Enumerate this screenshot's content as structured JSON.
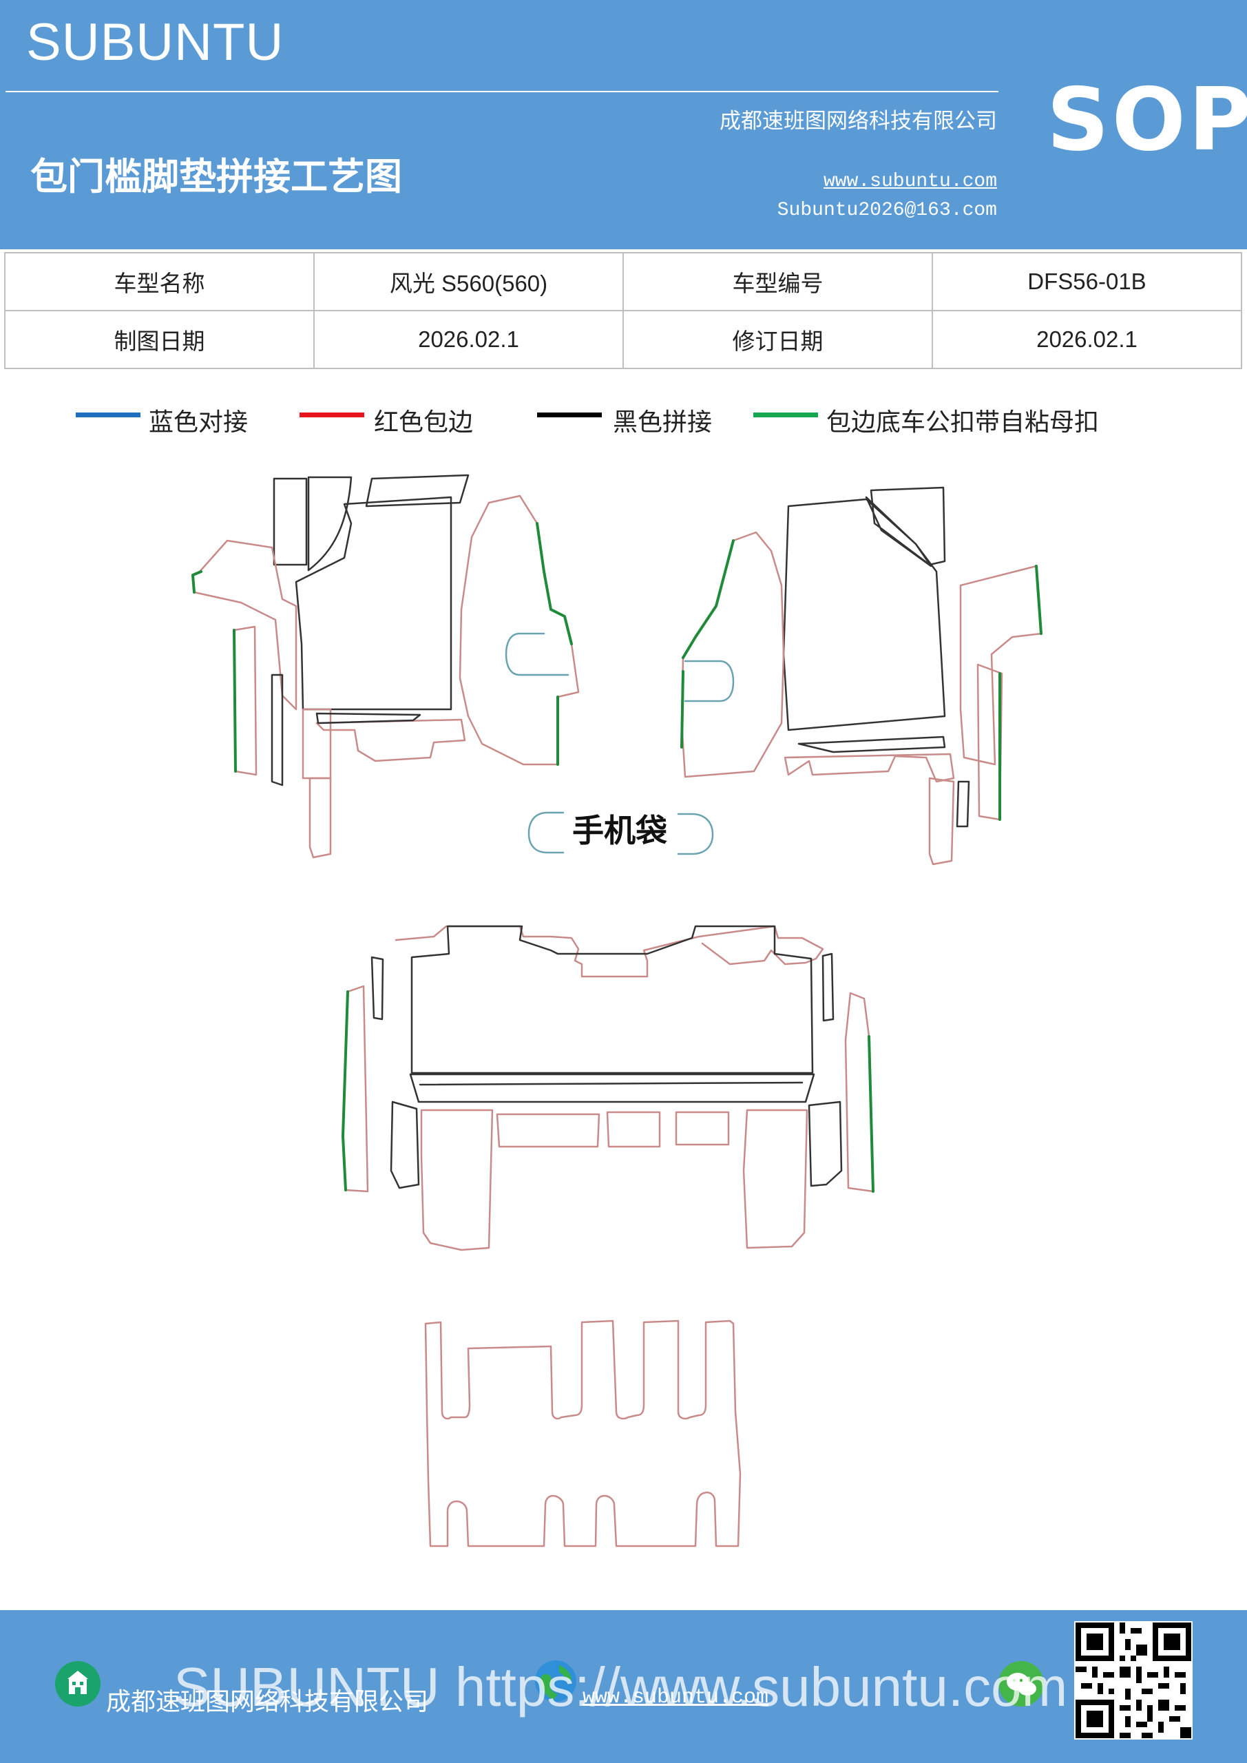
{
  "header": {
    "brand": "SUBUNTU",
    "title": "包门槛脚垫拼接工艺图",
    "company": "成都速班图网络科技有限公司",
    "website": "www.subuntu.com",
    "email": "Subuntu2026@163.com",
    "badge": "SOP",
    "background_color": "#5b9bd5"
  },
  "info_table": {
    "rows": [
      [
        {
          "label": "车型名称",
          "value": "风光 S560(560)"
        },
        {
          "label": "车型编号",
          "value": "DFS56-01B"
        }
      ],
      [
        {
          "label": "制图日期",
          "value": "2026.02.1"
        },
        {
          "label": "修订日期",
          "value": "2026.02.1"
        }
      ]
    ]
  },
  "legend": [
    {
      "label": "蓝色对接",
      "color": "#1f6fbf"
    },
    {
      "label": "红色包边",
      "color": "#e8141c"
    },
    {
      "label": "黑色拼接",
      "color": "#000000"
    },
    {
      "label": "包边底车公扣带自粘母扣",
      "color": "#14a750"
    }
  ],
  "diagram": {
    "phone_pocket_label": "手机袋",
    "outline_colors": {
      "edge": "#c98a8a",
      "seam": "#333333",
      "snap": "#1f8a3a",
      "joint": "#6aa3b0"
    }
  },
  "footer": {
    "company": "成都速班图网络科技有限公司",
    "website": "www.subuntu.com",
    "watermark": "SUBUNTU https://www.subuntu.com",
    "icons": [
      "building-icon",
      "globe-icon",
      "wechat-icon",
      "qr-code"
    ]
  }
}
